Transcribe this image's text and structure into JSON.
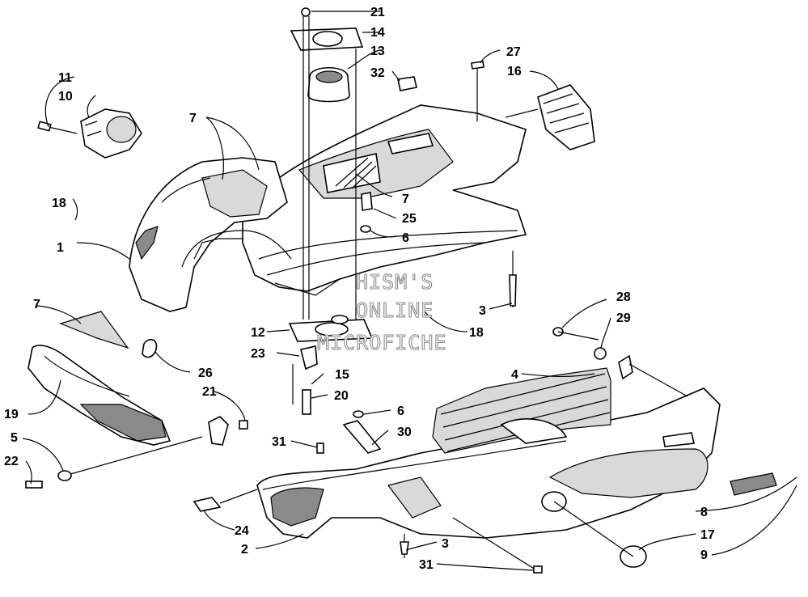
{
  "watermark": [
    "HISM'S",
    "ONLINE",
    "MICROFICHE"
  ],
  "callouts": [
    {
      "id": "c1",
      "text": "1"
    },
    {
      "id": "c2",
      "text": "2"
    },
    {
      "id": "c3a",
      "text": "3"
    },
    {
      "id": "c3b",
      "text": "3"
    },
    {
      "id": "c4",
      "text": "4"
    },
    {
      "id": "c5",
      "text": "5"
    },
    {
      "id": "c6a",
      "text": "6"
    },
    {
      "id": "c6b",
      "text": "6"
    },
    {
      "id": "c7a",
      "text": "7"
    },
    {
      "id": "c7b",
      "text": "7"
    },
    {
      "id": "c7c",
      "text": "7"
    },
    {
      "id": "c8",
      "text": "8"
    },
    {
      "id": "c9",
      "text": "9"
    },
    {
      "id": "c10",
      "text": "10"
    },
    {
      "id": "c11",
      "text": "11"
    },
    {
      "id": "c12",
      "text": "12"
    },
    {
      "id": "c13",
      "text": "13"
    },
    {
      "id": "c14",
      "text": "14"
    },
    {
      "id": "c15",
      "text": "15"
    },
    {
      "id": "c16",
      "text": "16"
    },
    {
      "id": "c17",
      "text": "17"
    },
    {
      "id": "c18a",
      "text": "18"
    },
    {
      "id": "c18b",
      "text": "18"
    },
    {
      "id": "c19",
      "text": "19"
    },
    {
      "id": "c20",
      "text": "20"
    },
    {
      "id": "c21a",
      "text": "21"
    },
    {
      "id": "c21b",
      "text": "21"
    },
    {
      "id": "c22",
      "text": "22"
    },
    {
      "id": "c23",
      "text": "23"
    },
    {
      "id": "c24",
      "text": "24"
    },
    {
      "id": "c25",
      "text": "25"
    },
    {
      "id": "c26",
      "text": "26"
    },
    {
      "id": "c27",
      "text": "27"
    },
    {
      "id": "c28",
      "text": "28"
    },
    {
      "id": "c29",
      "text": "29"
    },
    {
      "id": "c30",
      "text": "30"
    },
    {
      "id": "c31a",
      "text": "31"
    },
    {
      "id": "c31b",
      "text": "31"
    },
    {
      "id": "c32",
      "text": "32"
    }
  ]
}
